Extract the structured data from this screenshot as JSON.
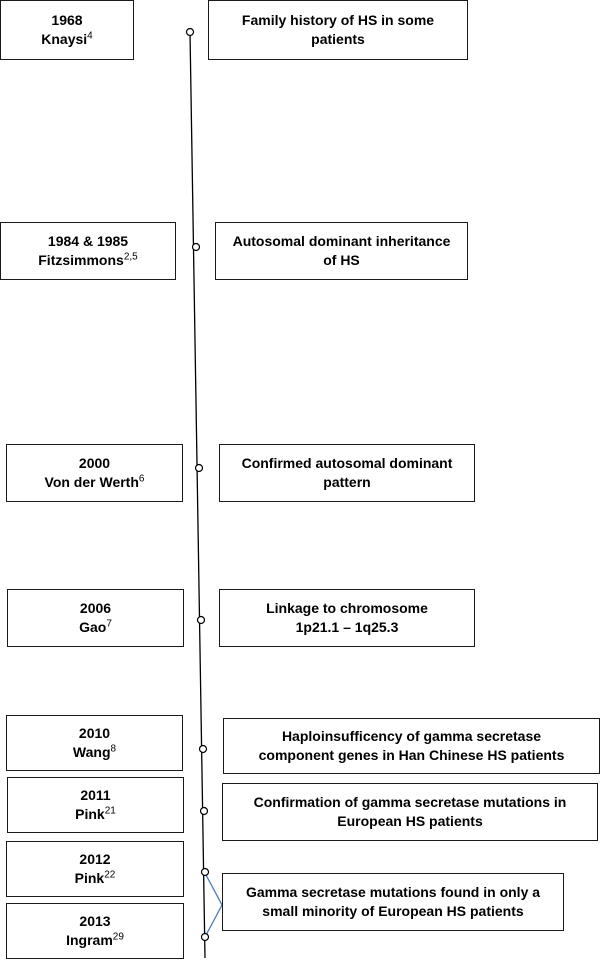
{
  "events": [
    {
      "year": "1968",
      "author": "Knaysi",
      "ref": "4",
      "description_lines": [
        "Family history of HS in some",
        "patients"
      ]
    },
    {
      "year": "1984 & 1985",
      "author": "Fitzsimmons",
      "ref": "2,5",
      "description_lines": [
        "Autosomal dominant inheritance",
        "of HS"
      ]
    },
    {
      "year": "2000",
      "author": "Von der Werth",
      "ref": "6",
      "description_lines": [
        "Confirmed autosomal dominant",
        "pattern"
      ]
    },
    {
      "year": "2006",
      "author": "Gao",
      "ref": "7",
      "description_lines": [
        "Linkage to chromosome",
        "1p21.1 – 1q25.3"
      ]
    },
    {
      "year": "2010",
      "author": "Wang",
      "ref": "8",
      "description_lines": [
        "Haploinsufficency of gamma secretase",
        "component genes in Han Chinese HS patients"
      ]
    },
    {
      "year": "2011",
      "author": "Pink",
      "ref": "21",
      "description_lines": [
        "Confirmation of gamma secretase mutations in",
        "European HS patients"
      ]
    },
    {
      "year": "2012",
      "author": "Pink",
      "ref": "22",
      "description_lines": []
    },
    {
      "year": "2013",
      "author": "Ingram",
      "ref": "29",
      "description_lines": [
        "Gamma secretase mutations found in only a",
        "small minority of European HS patients"
      ]
    }
  ],
  "colors": {
    "line": "#000000",
    "bracket": "#4a7ab8",
    "box_border": "#1a1a1a"
  }
}
